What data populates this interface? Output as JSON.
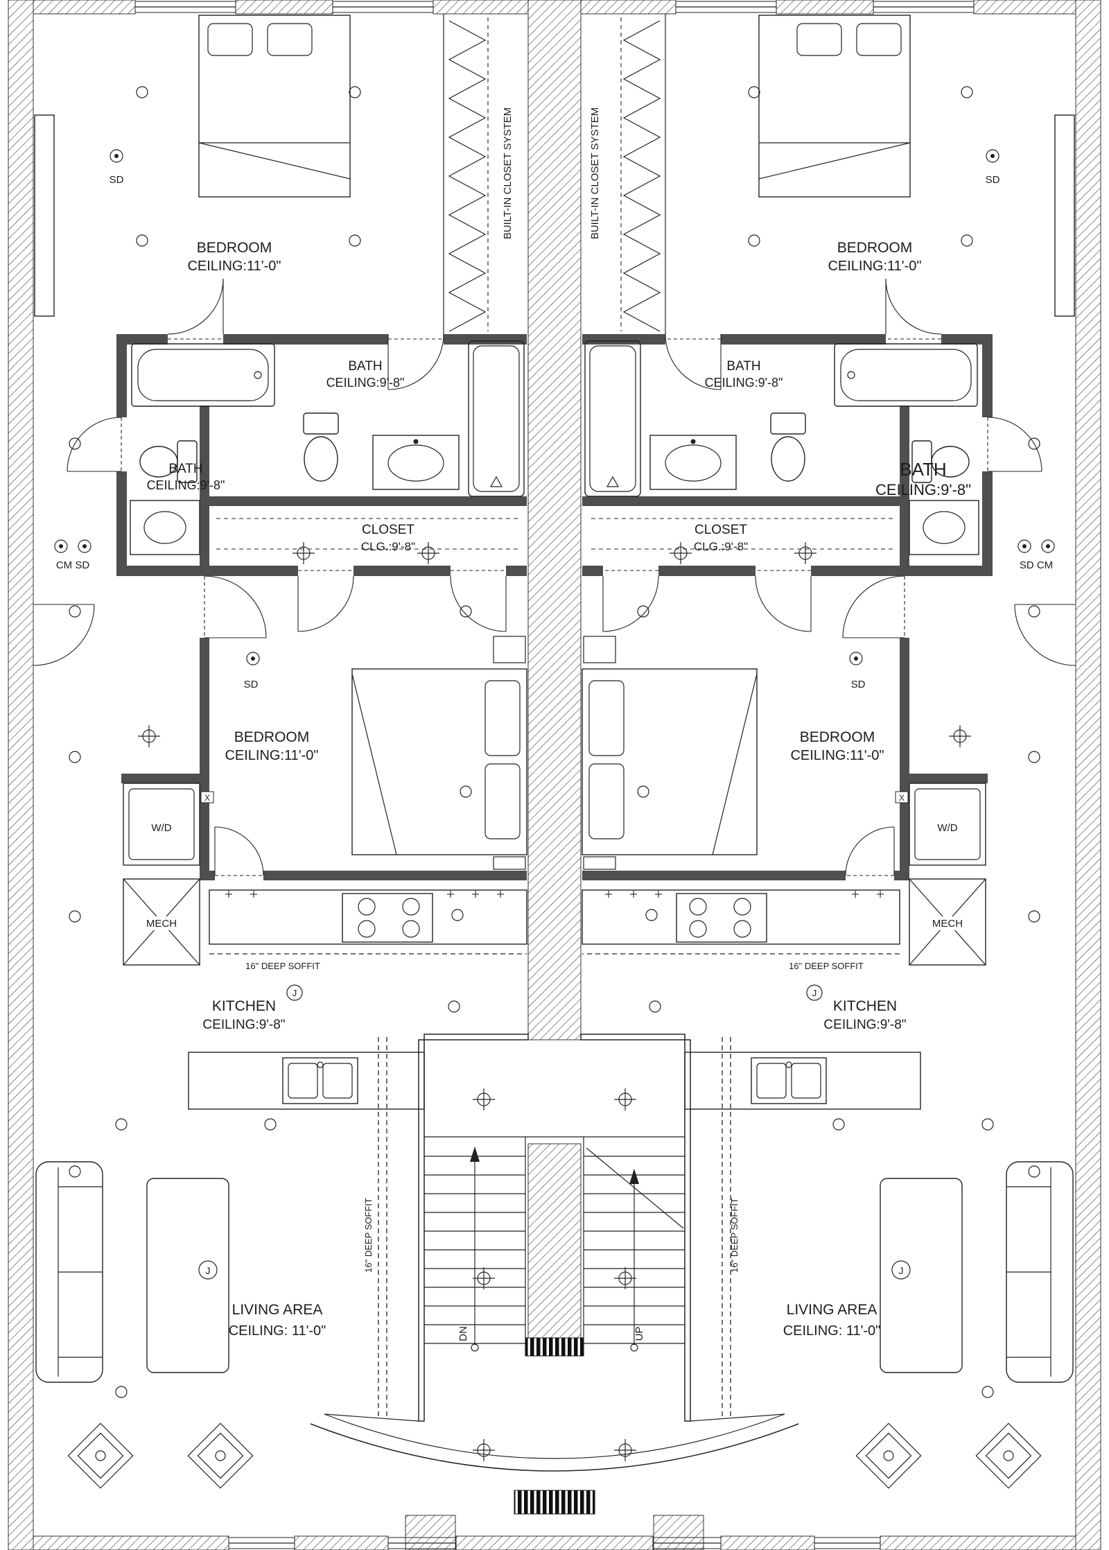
{
  "drawing": {
    "type": "architectural floor plan - duplex residential level",
    "ink_color": "#1c1c1c",
    "wall_fill": "#4f4f4f"
  },
  "units": {
    "left": {
      "bedroom_top": {
        "name": "BEDROOM",
        "ceiling": "CEILING:11'-0\""
      },
      "closet_system": "BUILT-IN CLOSET SYSTEM",
      "bath_upper": {
        "name": "BATH",
        "ceiling": "CEILING:9'-8\""
      },
      "bath_lower": {
        "name": "BATH",
        "ceiling": "CEILING:9'-8\""
      },
      "detectors_edge": "CM SD",
      "closet": {
        "name": "CLOSET",
        "ceiling": "CLG.:9'-8\""
      },
      "sd_top": "SD",
      "sd_mid": "SD",
      "bedroom_mid": {
        "name": "BEDROOM",
        "ceiling": "CEILING:11'-0\""
      },
      "wd": "W/D",
      "x_marker": "X",
      "mech": "MECH",
      "soffit_kitchen": "16\" DEEP SOFFIT",
      "junction_kitchen": "J",
      "kitchen": {
        "name": "KITCHEN",
        "ceiling": "CEILING:9'-8\""
      },
      "soffit_stair": "16\" DEEP SOFFIT",
      "junction_living": "J",
      "living": {
        "name": "LIVING AREA",
        "ceiling": "CEILING: 11'-0\""
      },
      "stair_direction": "DN"
    },
    "right": {
      "bedroom_top": {
        "name": "BEDROOM",
        "ceiling": "CEILING:11'-0\""
      },
      "closet_system": "BUILT-IN CLOSET SYSTEM",
      "bath_upper": {
        "name": "BATH",
        "ceiling": "CEILING:9'-8\""
      },
      "bath_lower": {
        "name": "BATH",
        "ceiling": "CEILING:9'-8\""
      },
      "detectors_edge": "SD CM",
      "closet": {
        "name": "CLOSET",
        "ceiling": "CLG.:9'-8\""
      },
      "sd_top": "SD",
      "sd_mid": "SD",
      "bedroom_mid": {
        "name": "BEDROOM",
        "ceiling": "CEILING:11'-0\""
      },
      "wd": "W/D",
      "x_marker": "X",
      "mech": "MECH",
      "soffit_kitchen": "16\" DEEP SOFFIT",
      "junction_kitchen": "J",
      "kitchen": {
        "name": "KITCHEN",
        "ceiling": "CEILING:9'-8\""
      },
      "soffit_stair": "16\" DEEP SOFFIT",
      "junction_living": "J",
      "living": {
        "name": "LIVING AREA",
        "ceiling": "CEILING: 11'-0\""
      },
      "stair_direction": "UP"
    }
  }
}
